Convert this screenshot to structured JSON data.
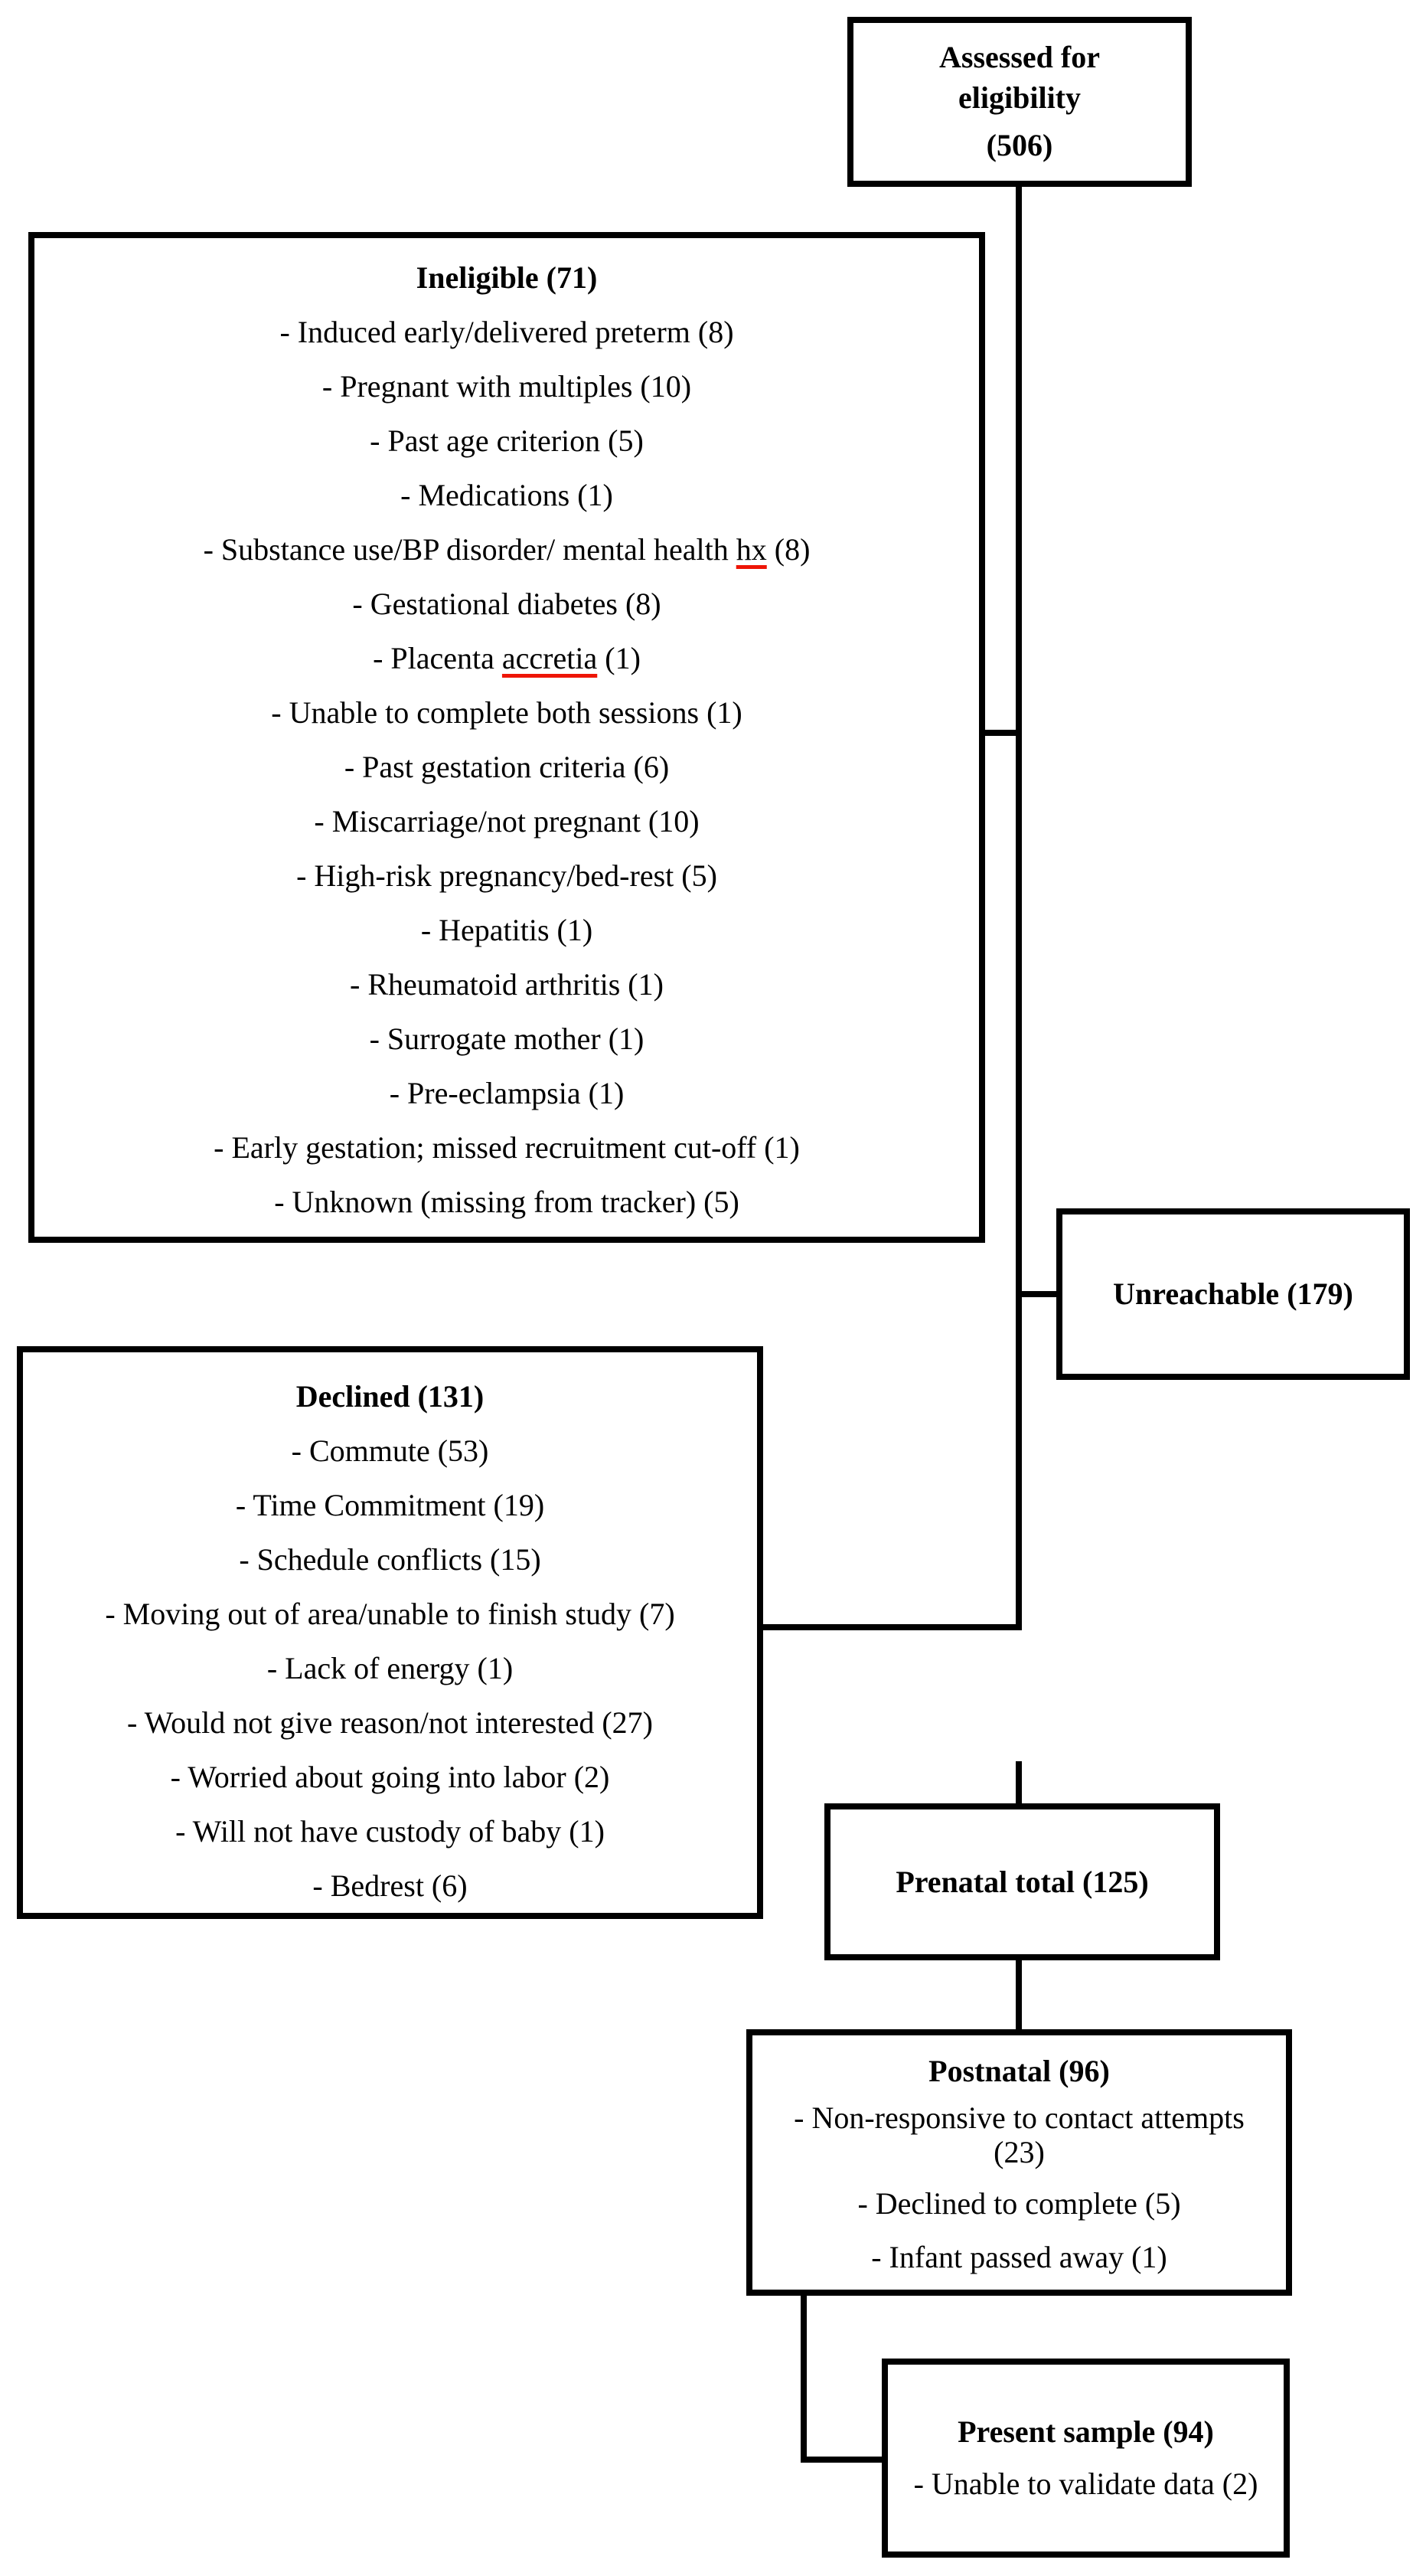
{
  "colors": {
    "line": "#000000",
    "background": "#ffffff",
    "misspell_underline": "#ee1506"
  },
  "boxes": {
    "assessed": {
      "title_line1": "Assessed for",
      "title_line2": "eligibility",
      "count": "(506)"
    },
    "ineligible": {
      "title": "Ineligible (71)",
      "items": [
        "- Induced early/delivered preterm (8)",
        "- Pregnant with multiples (10)",
        "- Past age criterion (5)",
        "- Medications (1)",
        {
          "pre": "- Substance use/BP disorder/ mental health ",
          "word": "hx",
          "post": " (8)"
        },
        "- Gestational diabetes (8)",
        {
          "pre": "- Placenta ",
          "word": "accretia",
          "post": " (1)"
        },
        "- Unable to complete both sessions (1)",
        "- Past gestation criteria (6)",
        "- Miscarriage/not pregnant (10)",
        "- High-risk pregnancy/bed-rest (5)",
        "- Hepatitis (1)",
        "- Rheumatoid arthritis (1)",
        "- Surrogate mother (1)",
        "- Pre-eclampsia (1)",
        "- Early gestation; missed recruitment cut-off (1)",
        "- Unknown (missing from tracker) (5)"
      ]
    },
    "unreachable": {
      "title": "Unreachable (179)"
    },
    "declined": {
      "title": "Declined (131)",
      "items": [
        "- Commute (53)",
        "- Time Commitment (19)",
        "- Schedule conflicts (15)",
        "- Moving out of area/unable to finish study (7)",
        "- Lack of energy (1)",
        "- Would not give reason/not interested (27)",
        "- Worried about going into labor (2)",
        "- Will not have custody of baby (1)",
        "- Bedrest (6)"
      ]
    },
    "prenatal": {
      "title": "Prenatal total (125)"
    },
    "postnatal": {
      "title": "Postnatal (96)",
      "items": [
        [
          "- Non-responsive to contact attempts",
          "(23)"
        ],
        "- Declined to complete (5)",
        "- Infant passed away (1)"
      ]
    },
    "present": {
      "title": "Present sample (94)",
      "items": [
        "- Unable to validate data (2)"
      ]
    }
  }
}
